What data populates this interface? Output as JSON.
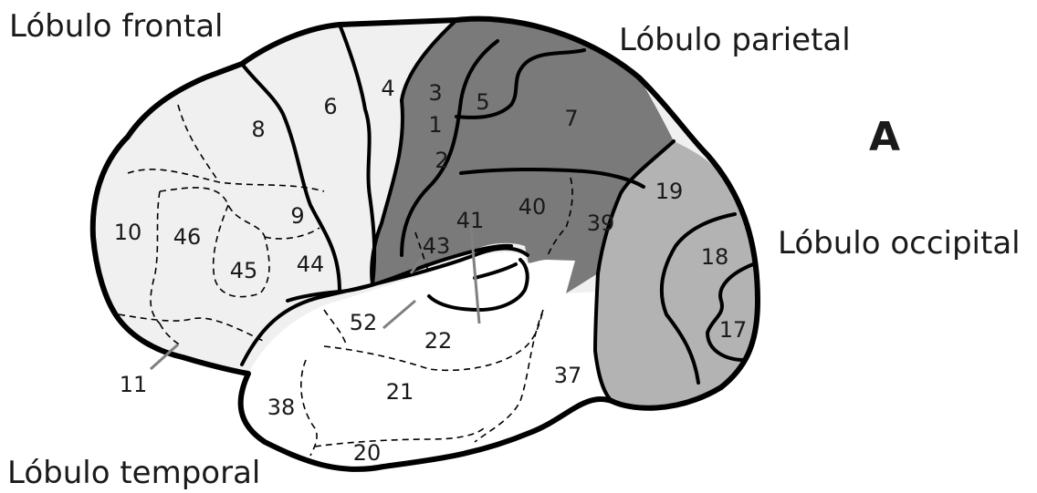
{
  "labels": {
    "frontal": "Lóbulo frontal",
    "parietal": "Lóbulo parietal",
    "occipital": "Lóbulo occipital",
    "temporal": "Lóbulo temporal",
    "panel": "A"
  },
  "areas": {
    "a1": "1",
    "a2": "2",
    "a3": "3",
    "a4": "4",
    "a5": "5",
    "a6": "6",
    "a7": "7",
    "a8": "8",
    "a9": "9",
    "a10": "10",
    "a11": "11",
    "a17": "17",
    "a18": "18",
    "a19": "19",
    "a20": "20",
    "a21": "21",
    "a22": "22",
    "a37": "37",
    "a38": "38",
    "a39": "39",
    "a40": "40",
    "a41": "41",
    "a43": "43",
    "a44": "44",
    "a45": "45",
    "a46": "46",
    "a52": "52"
  },
  "colors": {
    "frontal_fill": "#f0f0f0",
    "parietal_fill": "#7a7a7a",
    "occipital_fill": "#b3b3b3",
    "temporal_fill": "#ffffff",
    "outline": "#000000"
  }
}
